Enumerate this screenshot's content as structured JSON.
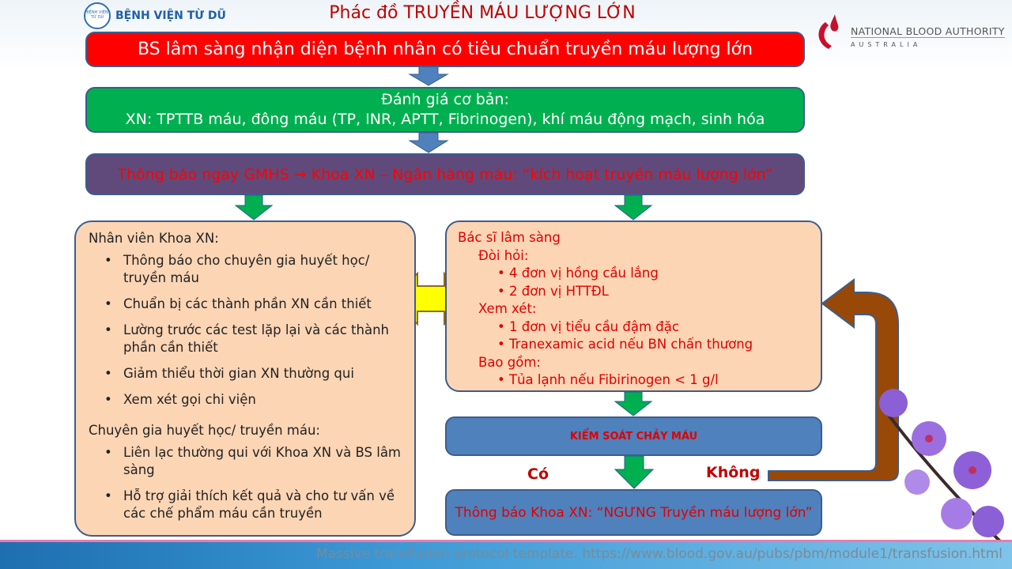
{
  "title": "Phác đồ TRUYỀN MÁU LƯỢNG LỚN",
  "logos": {
    "left_text": "BỆNH VIỆN TỪ DŨ",
    "left_seal": "BỆNH VIỆN TỪ DŨ",
    "right_text": "NATIONAL BLOOD AUTHORITY",
    "right_sub": "AUSTRALIA"
  },
  "step1": "BS lâm sàng nhận diện bệnh nhân có tiêu chuẩn truyền máu lượng lớn",
  "step2": {
    "line1": "Đánh giá cơ bản:",
    "line2": "XN: TPTTB máu, đông máu (TP, INR, APTT, Fibrinogen), khí máu động mạch, sinh hóa"
  },
  "step3": "Thông báo ngay GMHS → Khoa XN – Ngân hàng máu: “kích hoạt truyền máu lượng lớn”",
  "lab": {
    "heading": "Nhân viên Khoa XN:",
    "items": [
      "Thông báo cho chuyên gia huyết học/ truyền máu",
      "Chuẩn bị các thành phần XN cần thiết",
      "Lường trước các test lặp lại và các thành phần cần thiết",
      "Giảm thiểu thời gian XN thường qui",
      "Xem xét gọi chi viện"
    ],
    "heading2": "Chuyên gia huyết học/ truyền máu:",
    "items2": [
      "Liên lạc thường qui với Khoa XN và BS lâm sàng",
      "Hỗ trợ giải thích kết quả và cho tư vấn về các chế phẩm máu cần truyền"
    ]
  },
  "clinician": {
    "heading": "Bác sĩ lâm sàng",
    "req_label": "Đòi hỏi:",
    "req": [
      "4 đơn vị hồng cầu lắng",
      "2 đơn vị HTTĐL"
    ],
    "consider_label": "Xem xét:",
    "consider": [
      "1 đơn vị tiểu cầu đậm đặc",
      "Tranexamic acid nếu BN chấn thương"
    ],
    "include_label": "Bao gồm:",
    "include": [
      "Tủa lạnh nếu Fibirinogen < 1 g/l"
    ]
  },
  "control": "KIỂM SOÁT CHẢY MÁU",
  "yes": "Có",
  "no": "Không",
  "stop": "Thông báo Khoa XN: “NGƯNG Truyền máu lượng lớn”",
  "footer": "Massive transfusion protocol template. https://www.blood.gov.au/pubs/pbm/module1/transfusion.html"
}
